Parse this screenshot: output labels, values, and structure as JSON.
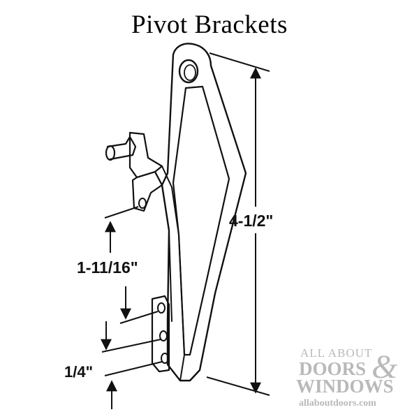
{
  "title": "Pivot Brackets",
  "dimensions": {
    "overall_length": "4-1/2\"",
    "hole_spacing": "1-11/16\"",
    "small_spacing": "1/4\""
  },
  "watermark": {
    "line1": "ALL ABOUT",
    "line2": "DOORS",
    "ampersand": "&",
    "line3": "WINDOWS",
    "line4": "allaboutdoors.com"
  }
}
